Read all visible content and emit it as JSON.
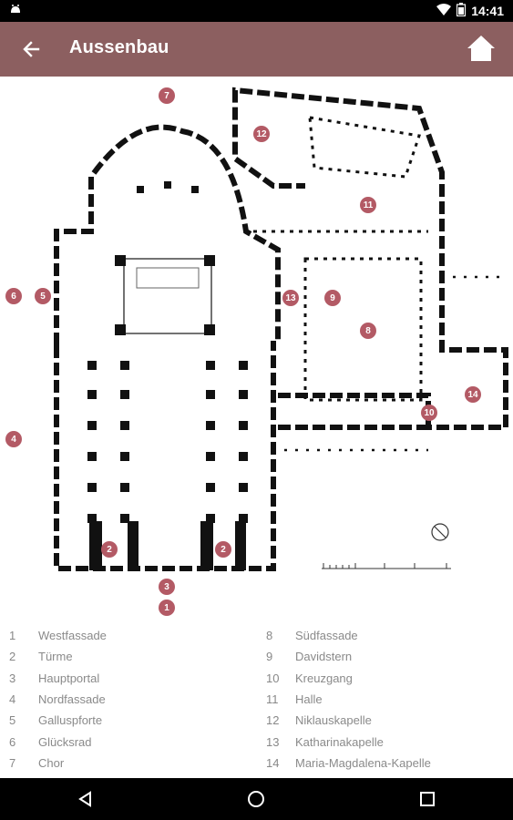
{
  "status": {
    "time": "14:41"
  },
  "appbar": {
    "title": "Aussenbau"
  },
  "markers": [
    {
      "id": "7",
      "label": "7"
    },
    {
      "id": "12",
      "label": "12"
    },
    {
      "id": "11",
      "label": "11"
    },
    {
      "id": "6",
      "label": "6"
    },
    {
      "id": "5",
      "label": "5"
    },
    {
      "id": "13",
      "label": "13"
    },
    {
      "id": "9",
      "label": "9"
    },
    {
      "id": "8",
      "label": "8"
    },
    {
      "id": "14",
      "label": "14"
    },
    {
      "id": "10",
      "label": "10"
    },
    {
      "id": "4",
      "label": "4"
    },
    {
      "id": "2a",
      "label": "2"
    },
    {
      "id": "2b",
      "label": "2"
    },
    {
      "id": "3",
      "label": "3"
    },
    {
      "id": "1",
      "label": "1"
    }
  ],
  "legend": {
    "left": [
      {
        "num": "1",
        "label": "Westfassade"
      },
      {
        "num": "2",
        "label": "Türme"
      },
      {
        "num": "3",
        "label": "Hauptportal"
      },
      {
        "num": "4",
        "label": "Nordfassade"
      },
      {
        "num": "5",
        "label": "Galluspforte"
      },
      {
        "num": "6",
        "label": "Glücksrad"
      },
      {
        "num": "7",
        "label": "Chor"
      }
    ],
    "right": [
      {
        "num": "8",
        "label": "Südfassade"
      },
      {
        "num": "9",
        "label": "Davidstern"
      },
      {
        "num": "10",
        "label": "Kreuzgang"
      },
      {
        "num": "11",
        "label": "Halle"
      },
      {
        "num": "12",
        "label": "Niklauskapelle"
      },
      {
        "num": "13",
        "label": "Katharinakapelle"
      },
      {
        "num": "14",
        "label": "Maria-Magdalena-Kapelle"
      }
    ]
  }
}
